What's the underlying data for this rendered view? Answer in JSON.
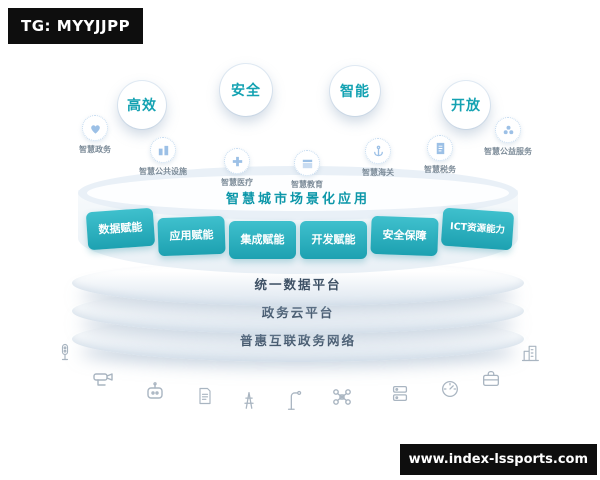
{
  "watermarks": {
    "top_left": "TG: MYYJJPP",
    "bottom_right": "www.index-lssports.com"
  },
  "diagram": {
    "values": [
      {
        "label": "高效"
      },
      {
        "label": "安全"
      },
      {
        "label": "智能"
      },
      {
        "label": "开放"
      }
    ],
    "domains": [
      {
        "label": "智慧政务",
        "icon": "heart-pulse-icon"
      },
      {
        "label": "智慧公共设施",
        "icon": "buildings-icon"
      },
      {
        "label": "智慧医疗",
        "icon": "medical-cross-icon"
      },
      {
        "label": "智慧教育",
        "icon": "calendar-icon"
      },
      {
        "label": "智慧海关",
        "icon": "anchor-icon"
      },
      {
        "label": "智慧税务",
        "icon": "tax-document-icon"
      },
      {
        "label": "智慧公益服务",
        "icon": "charity-flower-icon"
      }
    ],
    "platform": {
      "title": "智慧城市场景化应用",
      "capabilities": [
        {
          "label": "数据赋能"
        },
        {
          "label": "应用赋能"
        },
        {
          "label": "集成赋能"
        },
        {
          "label": "开发赋能"
        },
        {
          "label": "安全保障"
        },
        {
          "label": "ICT资源能力"
        }
      ],
      "layers": [
        {
          "label": "统一数据平台"
        },
        {
          "label": "政务云平台"
        },
        {
          "label": "普惠互联政务网络"
        }
      ]
    },
    "devices": [
      {
        "icon": "traffic-signal-icon"
      },
      {
        "icon": "cctv-camera-icon"
      },
      {
        "icon": "robot-icon"
      },
      {
        "icon": "document-icon"
      },
      {
        "icon": "transmission-tower-icon"
      },
      {
        "icon": "street-lamp-icon"
      },
      {
        "icon": "drone-icon"
      },
      {
        "icon": "server-icon"
      },
      {
        "icon": "gauge-icon"
      },
      {
        "icon": "briefcase-icon"
      },
      {
        "icon": "building-icon"
      }
    ],
    "colors": {
      "teal": "#2ab3c2",
      "teal_dark": "#0d97a9",
      "disc_gray_blue": "#e6edf4",
      "label_gray": "#7d8c99",
      "device_gray": "#a9b5c1"
    }
  }
}
